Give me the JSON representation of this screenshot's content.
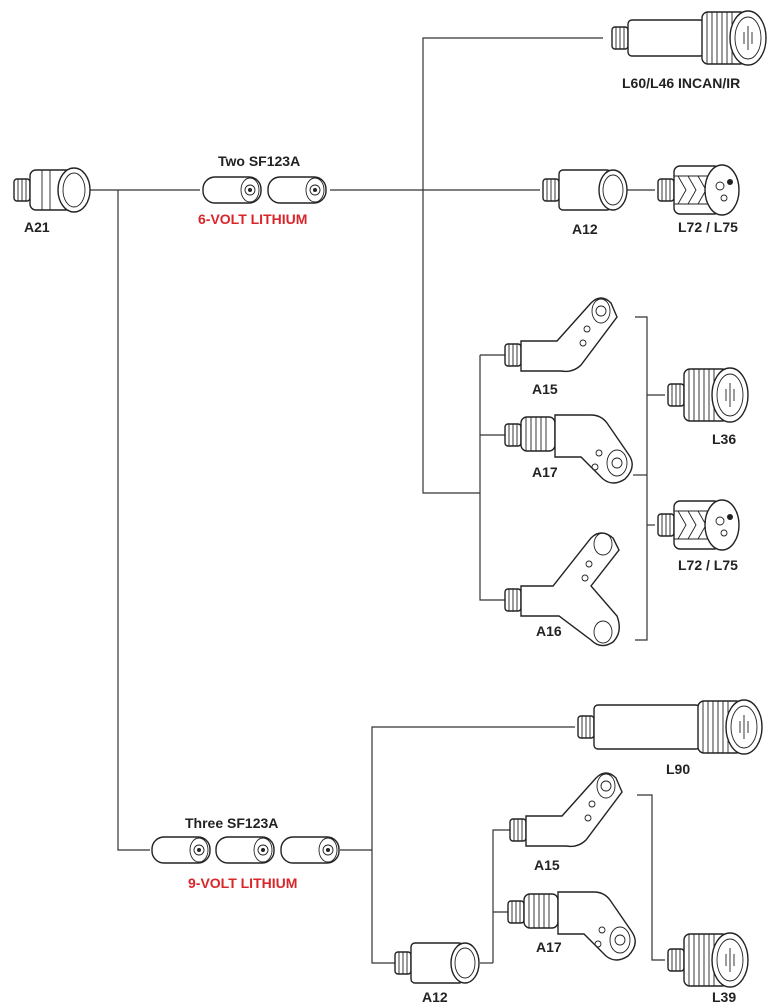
{
  "colors": {
    "line": "#333333",
    "text": "#222222",
    "accent": "#d9262b"
  },
  "labels": {
    "a21": "A21",
    "two_batteries": "Two SF123A",
    "six_volt": "6-VOLT LITHIUM",
    "three_batteries": "Three SF123A",
    "nine_volt": "9-VOLT LITHIUM",
    "l60_l46": "L60/L46 INCAN/IR",
    "a12_top": "A12",
    "l72_l75_top": "L72 / L75",
    "a15_top": "A15",
    "a17_top": "A17",
    "l36": "L36",
    "l72_l75_mid": "L72 / L75",
    "a16": "A16",
    "l90": "L90",
    "a15_bottom": "A15",
    "a17_bottom": "A17",
    "a12_bottom": "A12",
    "l39": "L39"
  }
}
